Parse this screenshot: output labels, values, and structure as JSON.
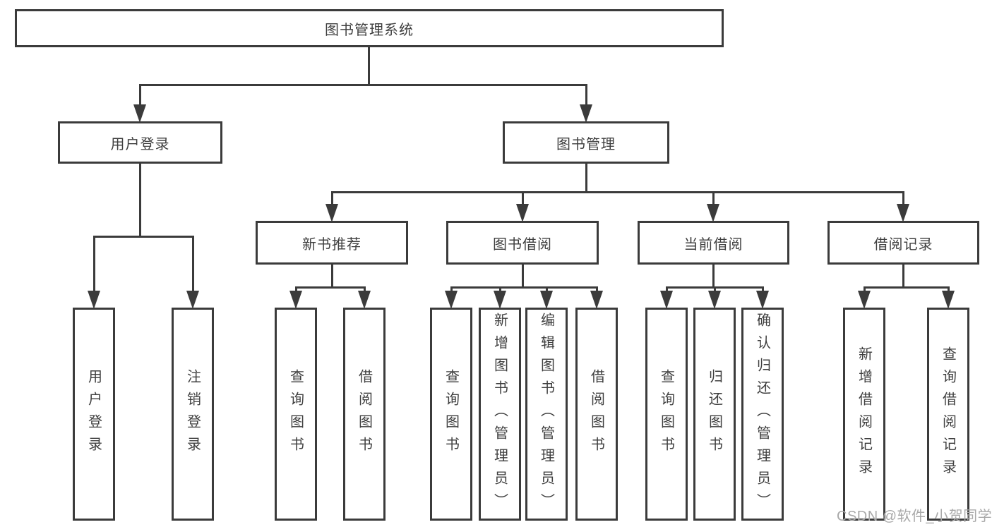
{
  "diagram_title": "图书管理系统",
  "tree": {
    "label": "图书管理系统",
    "children": [
      {
        "label": "用户登录",
        "children": [
          {
            "label": "用户登录"
          },
          {
            "label": "注销登录"
          }
        ]
      },
      {
        "label": "图书管理",
        "children": [
          {
            "label": "新书推荐",
            "children": [
              {
                "label": "查询图书"
              },
              {
                "label": "借阅图书"
              }
            ]
          },
          {
            "label": "图书借阅",
            "children": [
              {
                "label": "查询图书"
              },
              {
                "label": "新增图书（管理员）"
              },
              {
                "label": "编辑图书（管理员）"
              },
              {
                "label": "借阅图书"
              }
            ]
          },
          {
            "label": "当前借阅",
            "children": [
              {
                "label": "查询图书"
              },
              {
                "label": "归还图书"
              },
              {
                "label": "确认归还（管理员）"
              }
            ]
          },
          {
            "label": "借阅记录",
            "children": [
              {
                "label": "新增借阅记录"
              },
              {
                "label": "查询借阅记录"
              }
            ]
          }
        ]
      }
    ]
  },
  "watermark": {
    "text": "CSDN @软件_小贺同学"
  },
  "colors": {
    "line": "#3b3b3b",
    "text": "#3f3f3f",
    "watermark": "#a9a9a9",
    "background": "#ffffff"
  }
}
